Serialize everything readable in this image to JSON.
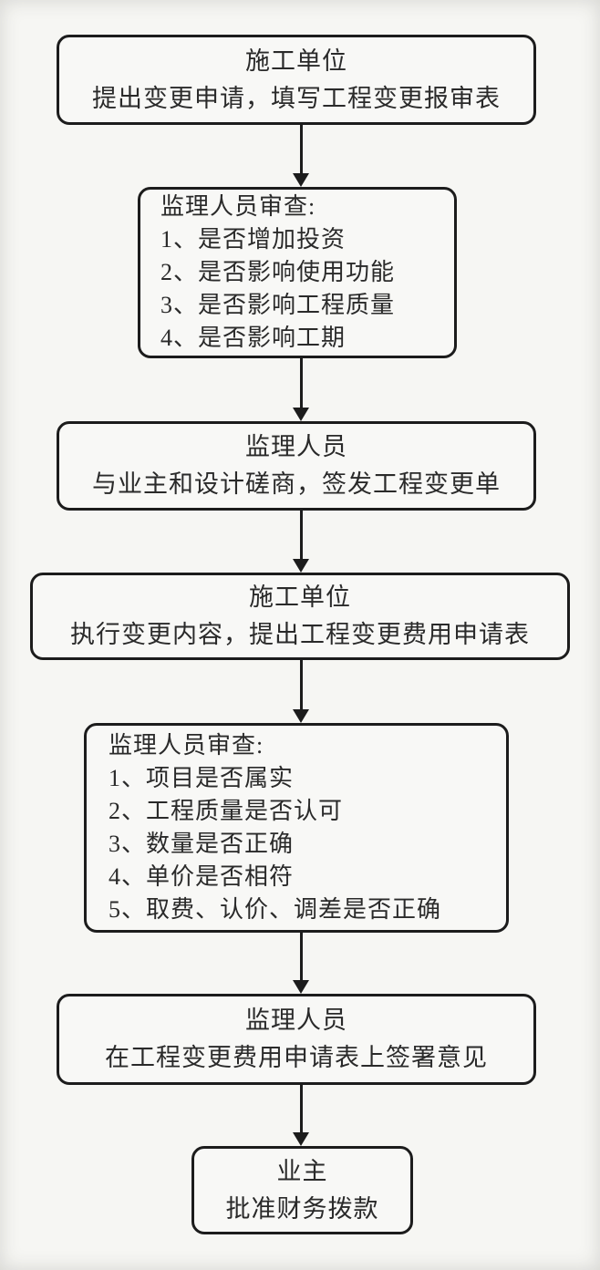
{
  "diagram": {
    "type": "flowchart",
    "direction": "top-to-bottom",
    "colors": {
      "bg": "#f6f6f3",
      "line-color": "#1c1c1c",
      "text-color": "#2a2a2a",
      "box-bg": "#f8f8f6"
    },
    "nodes": [
      {
        "id": "construction-unit-request",
        "align": "center",
        "lines": [
          "施工单位",
          "提出变更申请，填写工程变更报审表"
        ]
      },
      {
        "id": "supervisor-review-1",
        "align": "list",
        "lines": [
          "监理人员审查:",
          "1、是否增加投资",
          "2、是否影响使用功能",
          "3、是否影响工程质量",
          "4、是否影响工期"
        ]
      },
      {
        "id": "supervisor-negotiate",
        "align": "center",
        "lines": [
          "监理人员",
          "与业主和设计磋商，签发工程变更单"
        ]
      },
      {
        "id": "construction-unit-execute",
        "align": "center",
        "lines": [
          "施工单位",
          "执行变更内容，提出工程变更费用申请表"
        ]
      },
      {
        "id": "supervisor-review-2",
        "align": "list",
        "lines": [
          "监理人员审查:",
          "1、项目是否属实",
          "2、工程质量是否认可",
          "3、数量是否正确",
          "4、单价是否相符",
          "5、取费、认价、调差是否正确"
        ]
      },
      {
        "id": "supervisor-sign",
        "align": "center",
        "lines": [
          "监理人员",
          "在工程变更费用申请表上签署意见"
        ]
      },
      {
        "id": "owner-approve",
        "align": "center",
        "lines": [
          "业主",
          "批准财务拨款"
        ]
      }
    ],
    "edges": [
      {
        "from": "construction-unit-request",
        "to": "supervisor-review-1"
      },
      {
        "from": "supervisor-review-1",
        "to": "supervisor-negotiate"
      },
      {
        "from": "supervisor-negotiate",
        "to": "construction-unit-execute"
      },
      {
        "from": "construction-unit-execute",
        "to": "supervisor-review-2"
      },
      {
        "from": "supervisor-review-2",
        "to": "supervisor-sign"
      },
      {
        "from": "supervisor-sign",
        "to": "owner-approve"
      }
    ]
  }
}
